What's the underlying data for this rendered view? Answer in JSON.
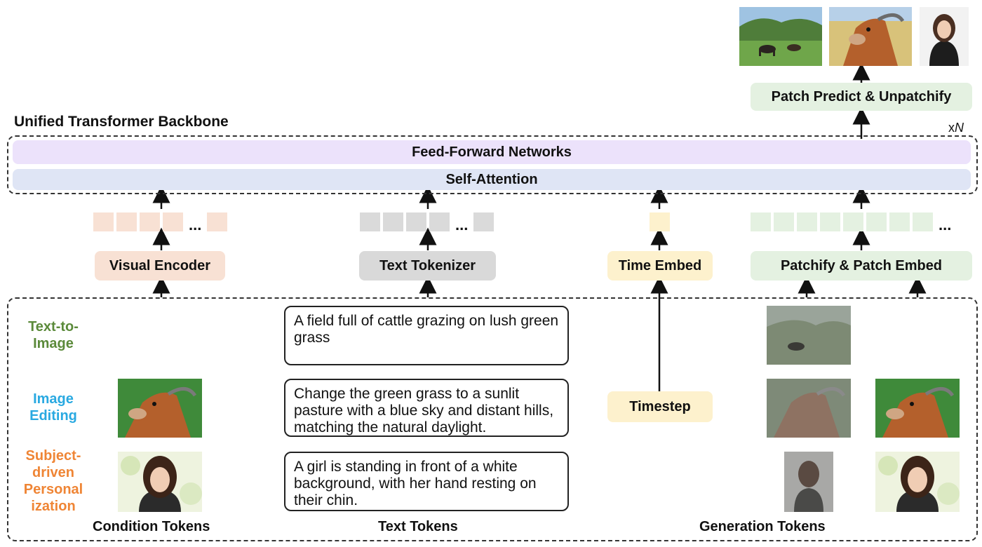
{
  "backbone": {
    "title": "Unified Transformer Backbone",
    "repeat_prefix": "x",
    "repeat_symbol": "N",
    "ffn_label": "Feed-Forward Networks",
    "attention_label": "Self-Attention"
  },
  "output": {
    "head_label": "Patch Predict & Unpatchify",
    "images": [
      "cattle-field-image",
      "goat-image",
      "girl-portrait-image"
    ]
  },
  "encoders": {
    "visual": "Visual Encoder",
    "text": "Text Tokenizer",
    "time": "Time Embed",
    "patch": "Patchify & Patch Embed"
  },
  "token_dots": "...",
  "tasks": [
    {
      "label_lines": [
        "Text-to-",
        "Image"
      ],
      "color": "#5b8a3a",
      "prompt": "A field full of cattle grazing on lush green grass"
    },
    {
      "label_lines": [
        "Image",
        "Editing"
      ],
      "color": "#29a9e1",
      "prompt": "Change the green grass to a sunlit pasture with a blue sky and distant hills, matching the natural daylight."
    },
    {
      "label_lines": [
        "Subject-",
        "driven",
        "Personal",
        "ization"
      ],
      "color": "#ef8535",
      "prompt": "A girl is standing in front of a white background, with her hand resting on their chin."
    }
  ],
  "timestep_label": "Timestep",
  "footer": {
    "condition": "Condition Tokens",
    "text": "Text Tokens",
    "generation": "Generation Tokens"
  },
  "colors": {
    "ffn": "#ece2fb",
    "attention": "#dfe5f5",
    "visual_encoder": "#f8e1d4",
    "text_tokenizer": "#d9d9d9",
    "time_embed": "#fdf1cd",
    "patch_embed": "#e4f1e1"
  }
}
